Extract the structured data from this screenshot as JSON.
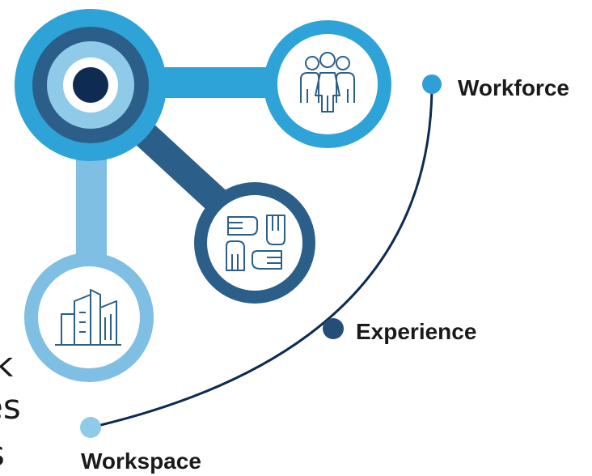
{
  "labels": {
    "workforce": "Workforce",
    "experience": "Experience",
    "workspace": "Workspace"
  },
  "cut_off_text": {
    "line_1": "k",
    "line_2": "es",
    "line_3": "s"
  },
  "icons": {
    "workforce": "people-group-icon",
    "experience": "joined-hands-icon",
    "workspace": "office-buildings-icon"
  },
  "colors": {
    "light_blue": "#7fbfe3",
    "mid_blue": "#2ea3d8",
    "dark_blue": "#2b5f8a",
    "navy": "#0e2b52",
    "dot_light": "#8fcbe8",
    "dot_mid": "#2f9fd8",
    "dot_dark": "#244e78"
  }
}
